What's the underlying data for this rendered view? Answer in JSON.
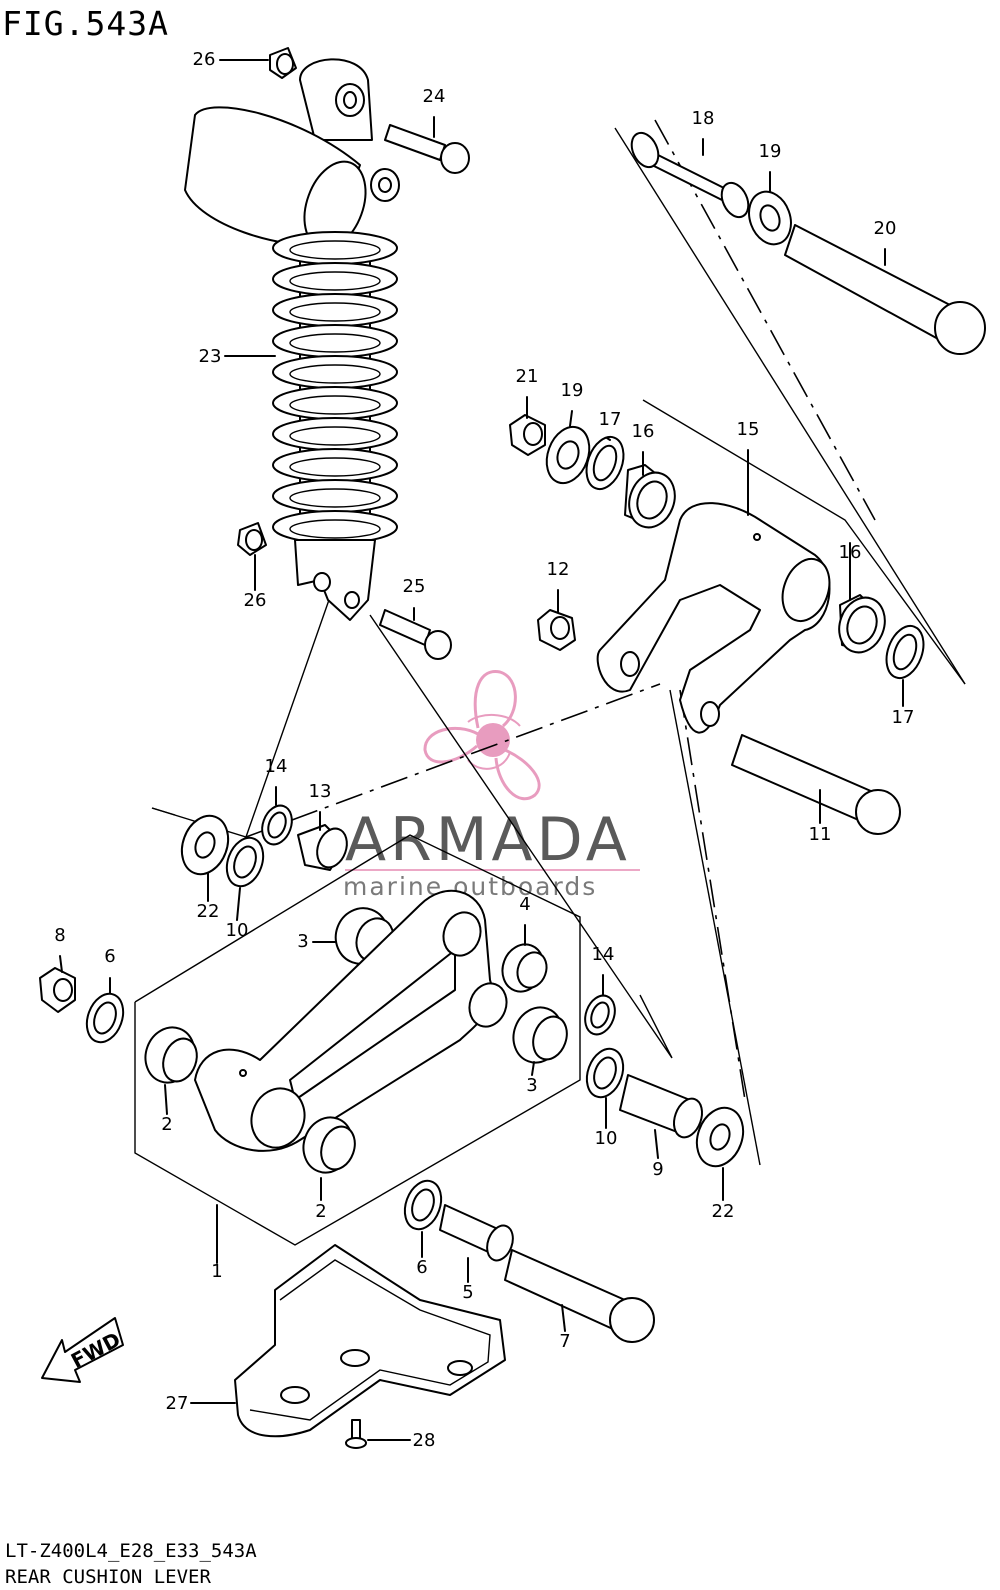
{
  "header": {
    "figure_title": "FIG.543A"
  },
  "footer": {
    "model_code": "LT-Z400L4_E28_E33_543A",
    "section_title": "REAR CUSHION LEVER"
  },
  "watermark": {
    "brand": "ARMADA",
    "tagline": "marine outboards",
    "logo_color": "#e58bb4"
  },
  "direction_marker": {
    "text": "FWD"
  },
  "callouts": [
    {
      "id": "c1",
      "text": "1"
    },
    {
      "id": "c2a",
      "text": "2"
    },
    {
      "id": "c2b",
      "text": "2"
    },
    {
      "id": "c3a",
      "text": "3"
    },
    {
      "id": "c3b",
      "text": "3"
    },
    {
      "id": "c4",
      "text": "4"
    },
    {
      "id": "c5",
      "text": "5"
    },
    {
      "id": "c6a",
      "text": "6"
    },
    {
      "id": "c6b",
      "text": "6"
    },
    {
      "id": "c7",
      "text": "7"
    },
    {
      "id": "c8",
      "text": "8"
    },
    {
      "id": "c9",
      "text": "9"
    },
    {
      "id": "c10a",
      "text": "10"
    },
    {
      "id": "c10b",
      "text": "10"
    },
    {
      "id": "c11",
      "text": "11"
    },
    {
      "id": "c12",
      "text": "12"
    },
    {
      "id": "c13",
      "text": "13"
    },
    {
      "id": "c14a",
      "text": "14"
    },
    {
      "id": "c14b",
      "text": "14"
    },
    {
      "id": "c15",
      "text": "15"
    },
    {
      "id": "c16a",
      "text": "16"
    },
    {
      "id": "c16b",
      "text": "16"
    },
    {
      "id": "c17a",
      "text": "17"
    },
    {
      "id": "c17b",
      "text": "17"
    },
    {
      "id": "c18",
      "text": "18"
    },
    {
      "id": "c19a",
      "text": "19"
    },
    {
      "id": "c19b",
      "text": "19"
    },
    {
      "id": "c20",
      "text": "20"
    },
    {
      "id": "c21",
      "text": "21"
    },
    {
      "id": "c22a",
      "text": "22"
    },
    {
      "id": "c22b",
      "text": "22"
    },
    {
      "id": "c23",
      "text": "23"
    },
    {
      "id": "c24",
      "text": "24"
    },
    {
      "id": "c25",
      "text": "25"
    },
    {
      "id": "c26a",
      "text": "26"
    },
    {
      "id": "c26b",
      "text": "26"
    },
    {
      "id": "c27",
      "text": "27"
    },
    {
      "id": "c28",
      "text": "28"
    }
  ]
}
